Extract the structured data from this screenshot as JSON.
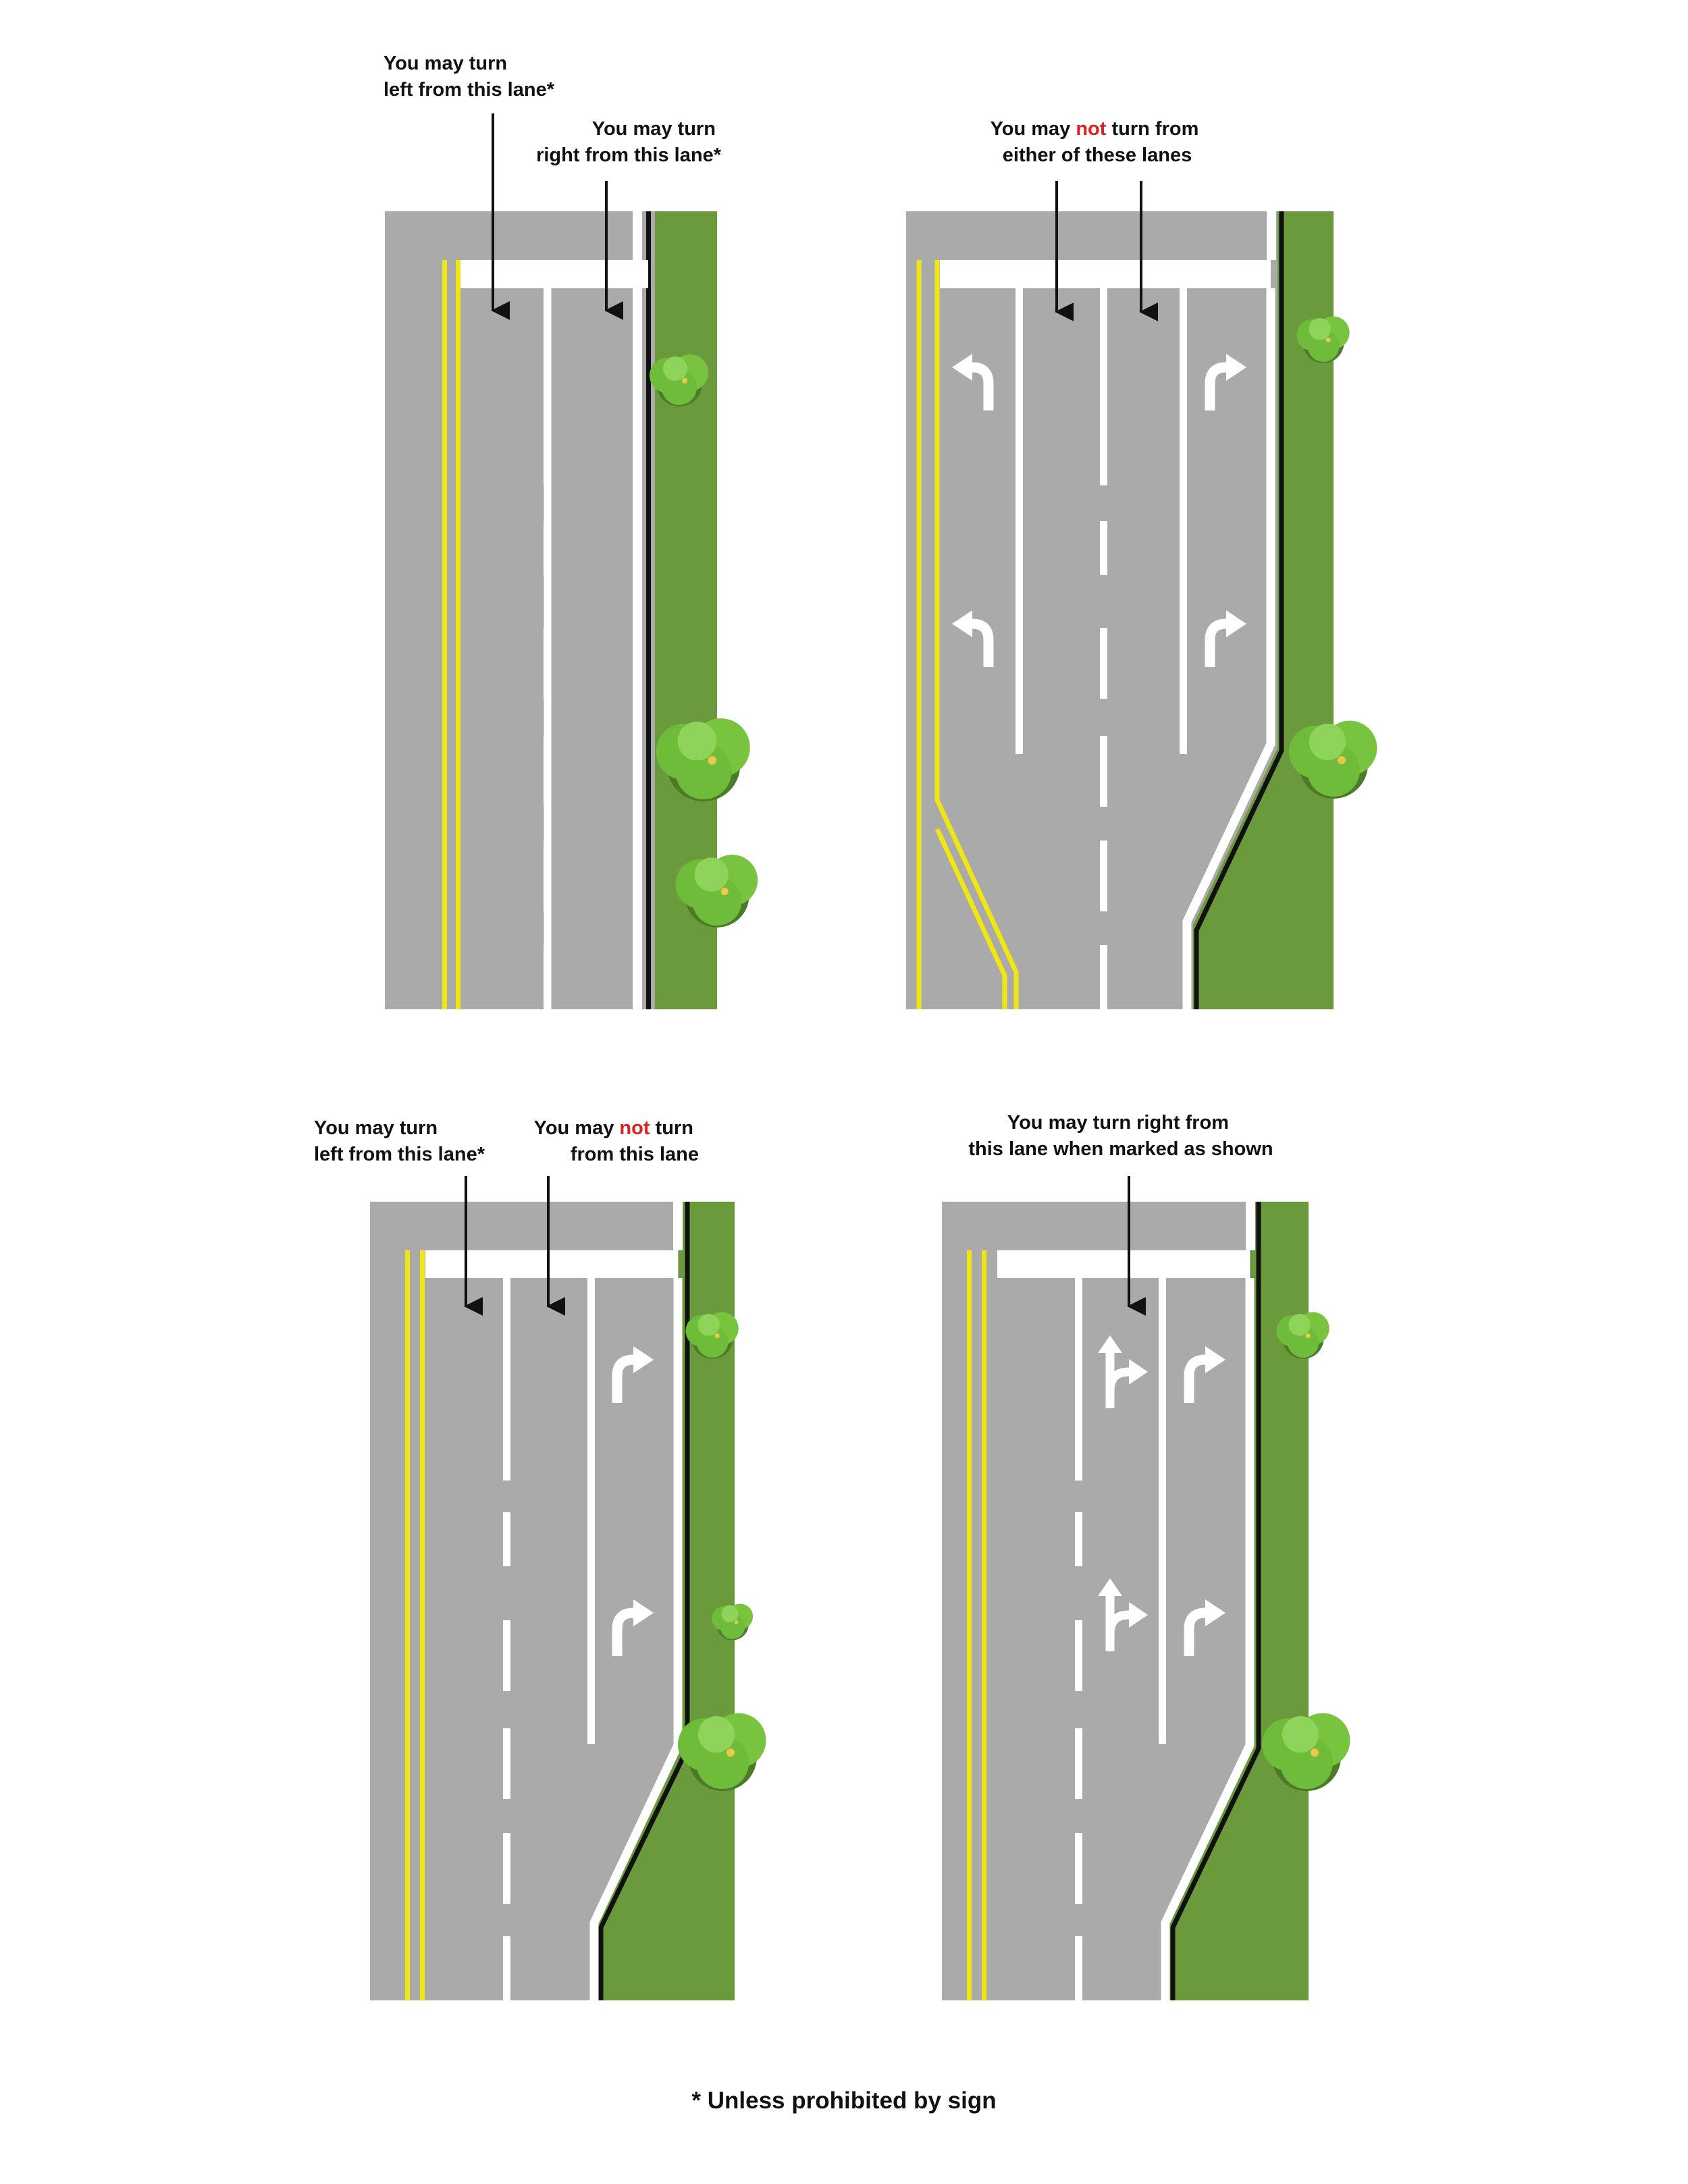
{
  "colors": {
    "road": "#aaaaaa",
    "lane_marking": "#ffffff",
    "center_line": "#f0e614",
    "grass": "#6a9a3c",
    "bush": "#6fbb3a",
    "curb": "#111111",
    "highlight_text": "#e02020"
  },
  "panels": {
    "p1": {
      "left_caption": {
        "line1": "You may turn",
        "line2": "left from this lane*"
      },
      "right_caption": {
        "line1": "You may turn",
        "line2": "right from this lane*"
      }
    },
    "p2": {
      "caption": {
        "line1_a": "You may ",
        "line1_highlight": "not",
        "line1_b": " turn from",
        "line2": "either of these lanes"
      }
    },
    "p3": {
      "left_caption": {
        "line1": "You may turn",
        "line2": "left from this lane*"
      },
      "right_caption": {
        "line1_a": "You may ",
        "line1_highlight": "not",
        "line1_b": " turn",
        "line2": "from this lane"
      }
    },
    "p4": {
      "caption": {
        "line1": "You may turn right from",
        "line2": "this lane when marked as shown"
      }
    }
  },
  "footnote": "* Unless prohibited by sign",
  "icons": [
    "left-turn-arrow-icon",
    "right-turn-arrow-icon",
    "straight-or-right-arrow-icon",
    "bush-icon",
    "pointer-arrow-icon"
  ]
}
